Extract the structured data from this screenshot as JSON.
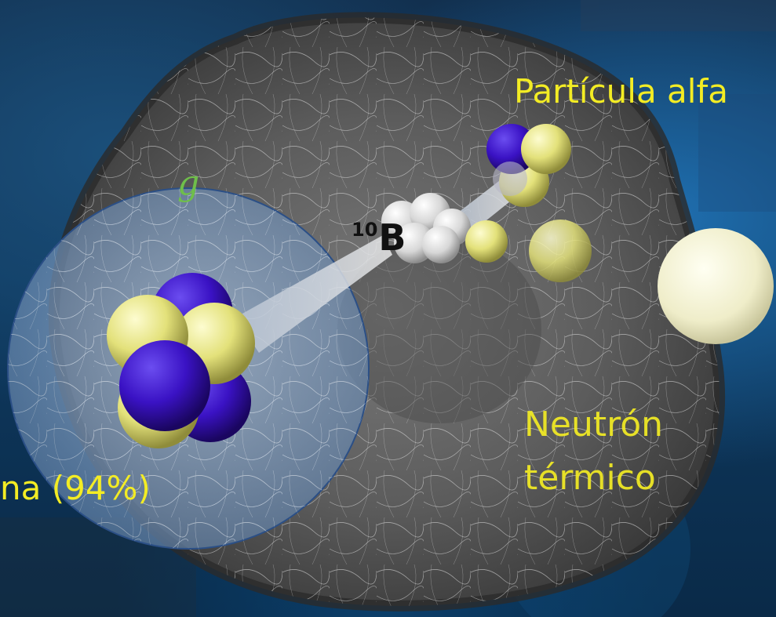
{
  "labels": {
    "alpha_particle": "Partícula alfa",
    "neutron_line1": "Neutrón",
    "neutron_line2": "térmico",
    "lithium_partial": "na (94%)",
    "boron_mass": "10",
    "boron_symbol": "B",
    "gamma_partial": "g"
  },
  "colors": {
    "label_yellow": "#f3ec24",
    "proton_yellow": "#e9e78a",
    "neutron_purple": "#3a12c4",
    "neutron_sphere": "#f1efcc",
    "cell_gray": "#6b6b6b",
    "background_blue": "#0f3a60"
  }
}
